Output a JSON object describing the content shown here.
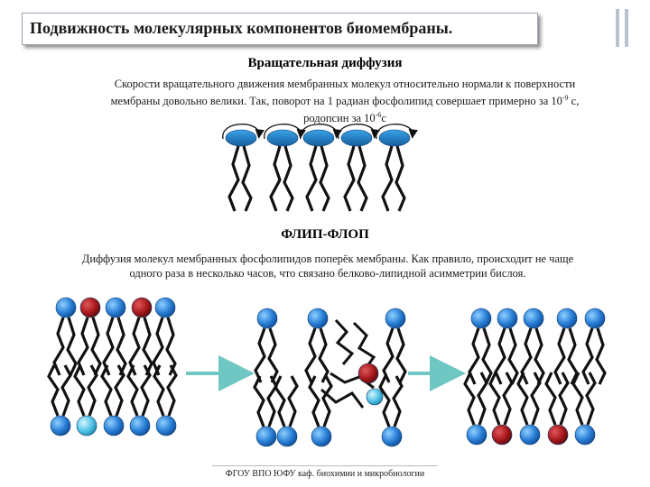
{
  "slide": {
    "title": "Подвижность молекулярных компонентов биомембраны.",
    "rotation": {
      "heading": "Вращательная диффузия",
      "text_line1": "Скорости вращательного движения мембранных молекул относительно нормали к поверхности",
      "text_line2": "мембраны довольно велики. Так, поворот на 1 радиан фосфолипид совершает примерно за 10",
      "text_exp1": "-9",
      "text_unit1": " с,",
      "text_line3": "родопсин за 10",
      "text_exp2": "-6",
      "text_unit2": "с"
    },
    "flipflop": {
      "heading": "ФЛИП-ФЛОП",
      "text_line1": "Диффузия молекул мембранных фосфолипидов поперёк мембраны. Как правило, происходит не чаще",
      "text_line2": "одного раза в несколько часов, что связано белково-липидной асимметрии бислоя."
    },
    "footer": "ФГОУ ВПО ЮФУ каф. биохимии и микробиологии"
  },
  "colors": {
    "head_blue": "#2a7fd6",
    "head_cyan": "#55c4e6",
    "head_red": "#a8191d",
    "arrow": "#6fc7c3",
    "tail": "#111111"
  }
}
